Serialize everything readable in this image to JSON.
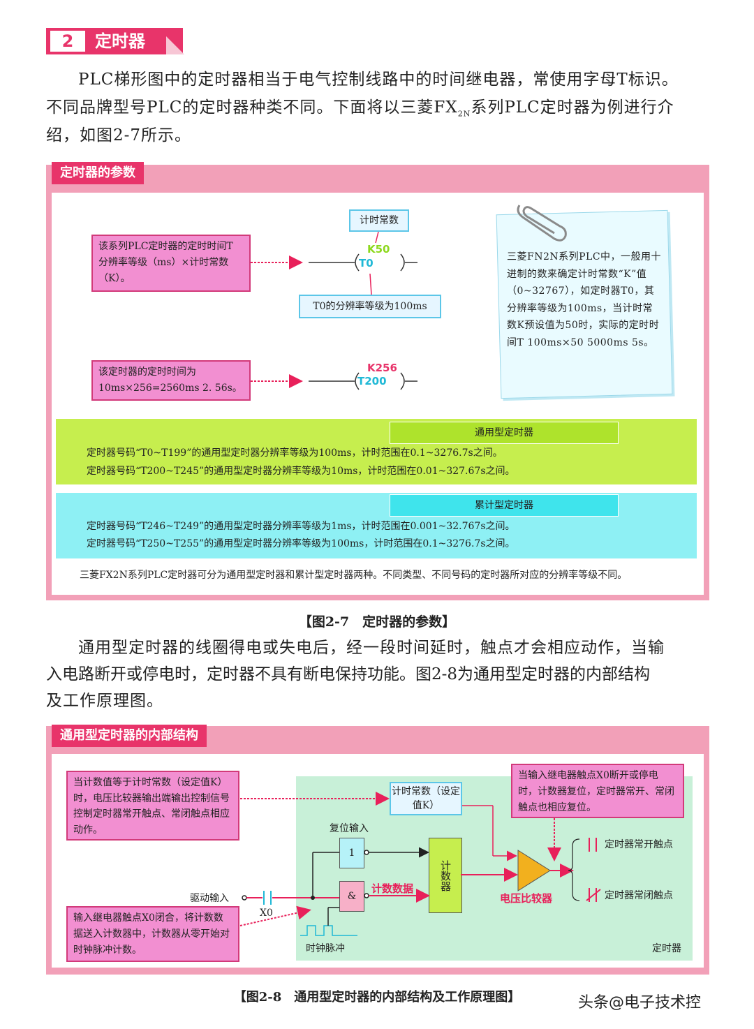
{
  "section": {
    "number": "2",
    "title": "定时器"
  },
  "intro": {
    "line1": "PLC梯形图中的定时器相当于电气控制线路中的时间继电器，常使用字母T标识。",
    "line2a": "不同品牌型号PLC的定时器种类不同。下面将以三菱FX",
    "line2sub": "2N",
    "line2b": "系列PLC定时器为例进行介",
    "line3": "绍，如图2-7所示。"
  },
  "fig7": {
    "tab": "定时器的参数",
    "box1": "该系列PLC定时器的定时时间T 分辨率等级（ms）×计时常数（K）。",
    "const_label": "计时常数",
    "k1": "K50",
    "t1": "T0",
    "res_label": "T0的分辨率等级为100ms",
    "box2": "该定时器的定时时间为10ms×256=2560ms 2. 56s。",
    "k2": "K256",
    "t2": "T200",
    "note": "三菱FN2N系列PLC中，一般用十进制的数来确定计时常数“K”值（0~32767），如定时器T0，其分辨率等级为100ms，当计时常数K预设值为50时，实际的定时时间T 100ms×50 5000ms 5s。",
    "general_title": "通用型定时器",
    "general_line1": "定时器号码“T0~T199”的通用型定时器分辨率等级为100ms，计时范围在0.1~3276.7s之间。",
    "general_line2": "定时器号码“T200~T245”的通用型定时器分辨率等级为10ms，计时范围在0.01~327.67s之间。",
    "accum_title": "累计型定时器",
    "accum_line1": "定时器号码“T246~T249”的通用型定时器分辨率等级为1ms，计时范围在0.001~32.767s之间。",
    "accum_line2": "定时器号码“T250~T255”的通用型定时器分辨率等级为100ms，计时范围在0.1~3276.7s之间。",
    "footer": "三菱FX2N系列PLC定时器可分为通用型定时器和累计型定时器两种。不同类型、不同号码的定时器所对应的分辨率等级不同。",
    "caption": "【图2-7　定时器的参数】"
  },
  "para2": {
    "line1": "通用型定时器的线圈得电或失电后，经一段时间延时，触点才会相应动作，当输",
    "line2": "入电路断开或停电时，定时器不具有断电保持功能。图2-8为通用型定时器的内部结构",
    "line3": "及工作原理图。"
  },
  "fig8": {
    "tab": "通用型定时器的内部结构",
    "box_top_left": "当计数值等于计时常数（设定值K）时，电压比较器输出端输出控制信号控制定时器常开触点、常闭触点相应动作。",
    "const_box": "计时常数（设定值K）",
    "box_top_right": "当输入继电器触点X0断开或停电时，计数器复位，定时器常开、常闭触点也相应复位。",
    "reset_input": "复位输入",
    "not_gate": "1",
    "and_gate": "&",
    "counter": "计数器",
    "count_data": "计数数据",
    "comparator": "电压比较器",
    "no_contact": "定时器常开触点",
    "nc_contact": "定时器常闭触点",
    "drive_input": "驱动输入",
    "x0": "X0",
    "clock": "时钟脉冲",
    "timer": "定时器",
    "box_bottom_left": "输入继电器触点X0闭合，将计数数据送入计数器中，计数器从零开始对时钟脉冲计数。",
    "caption": "【图2-8　通用型定时器的内部结构及工作原理图】"
  },
  "watermark": "头条@电子技术控",
  "colors": {
    "accent": "#e8346a",
    "green_band": "#c6ee4e",
    "cyan_band": "#8ef0f4",
    "zone": "#c8f0d8"
  }
}
